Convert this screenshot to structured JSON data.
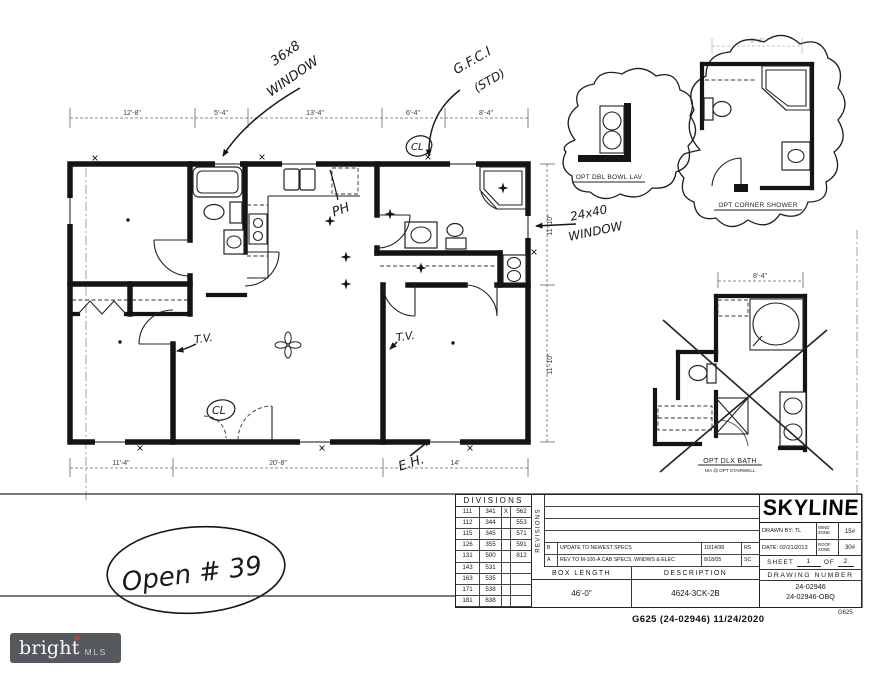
{
  "dimensions": {
    "top": [
      "12'-8\"",
      "5'-4\"",
      "13'-4\"",
      "6'-4\"",
      "8'-4\""
    ],
    "bottom": [
      "11'-4\"",
      "20'-8\"",
      "14'"
    ],
    "right": [
      "11'-10\"",
      "11'-10\""
    ],
    "corner_shower_width": "8'-4\"",
    "dlx_bath_width": "8'-4\""
  },
  "annotations": {
    "window36_l1": "36x8",
    "window36_l2": "WINDOW",
    "gfci_l1": "G.F.C.I",
    "gfci_l2": "(STD)",
    "window24_l1": "24x40",
    "window24_l2": "WINDOW",
    "ph": "PH",
    "tv_left": "T.V.",
    "tv_right": "T.V.",
    "cl_upper": "CL",
    "cl_lower": "CL",
    "eh": "E.H.",
    "open_note": "Open # 39"
  },
  "details": {
    "dbl_bowl_lav": "OPT DBL BOWL LAV",
    "corner_shower": "OPT CORNER SHOWER",
    "dlx_bath": "OPT DLX BATH",
    "dlx_bath_note": "N/A @ OPT STAIRWELL"
  },
  "titleblock": {
    "divisions_header": "DIVISIONS",
    "x_marker": "X",
    "divisions": [
      [
        "111",
        "341",
        "562"
      ],
      [
        "112",
        "344",
        "553"
      ],
      [
        "115",
        "345",
        "571"
      ],
      [
        "126",
        "355",
        "591"
      ],
      [
        "131",
        "500",
        "812"
      ],
      [
        "143",
        "531",
        ""
      ],
      [
        "163",
        "535",
        ""
      ],
      [
        "171",
        "538",
        ""
      ],
      [
        "181",
        "638",
        ""
      ]
    ],
    "revisions_label": "REVISIONS",
    "revisions": [
      {
        "rev": "B",
        "desc": "UPDATE TO NEWEST SPECS",
        "date": "10/14/98",
        "by": "RS"
      },
      {
        "rev": "A",
        "desc": "REV TO M-100-A CAB SPECS, WNDWS & ELEC",
        "date": "8/18/05",
        "by": "SC"
      }
    ],
    "box_length_label": "BOX LENGTH",
    "box_length": "46'-0\"",
    "description_label": "DESCRIPTION",
    "description": "4624-3CK-2B",
    "brand": "SKYLINE",
    "drawn_by_label": "DRAWN BY:",
    "drawn_by": "TL",
    "wind_zone_label": "WIND ZONE",
    "wind_zone": "15#",
    "date_label": "DATE:",
    "date": "02/21/2013",
    "roof_zone_label": "ROOF ZONE",
    "roof_zone": "30#",
    "sheet_label": "SHEET",
    "sheet_no": "1",
    "of_label": "OF",
    "sheet_total": "2",
    "drawing_number_label": "DRAWING NUMBER",
    "drawing_number_1": "24-02946",
    "drawing_number_2": "24-02946-OBQ"
  },
  "footer": {
    "stamp": "G625 (24-02946) 11/24/2020",
    "page_code": "G625"
  },
  "watermark": {
    "brand": "bright",
    "suffix": "MLS"
  }
}
